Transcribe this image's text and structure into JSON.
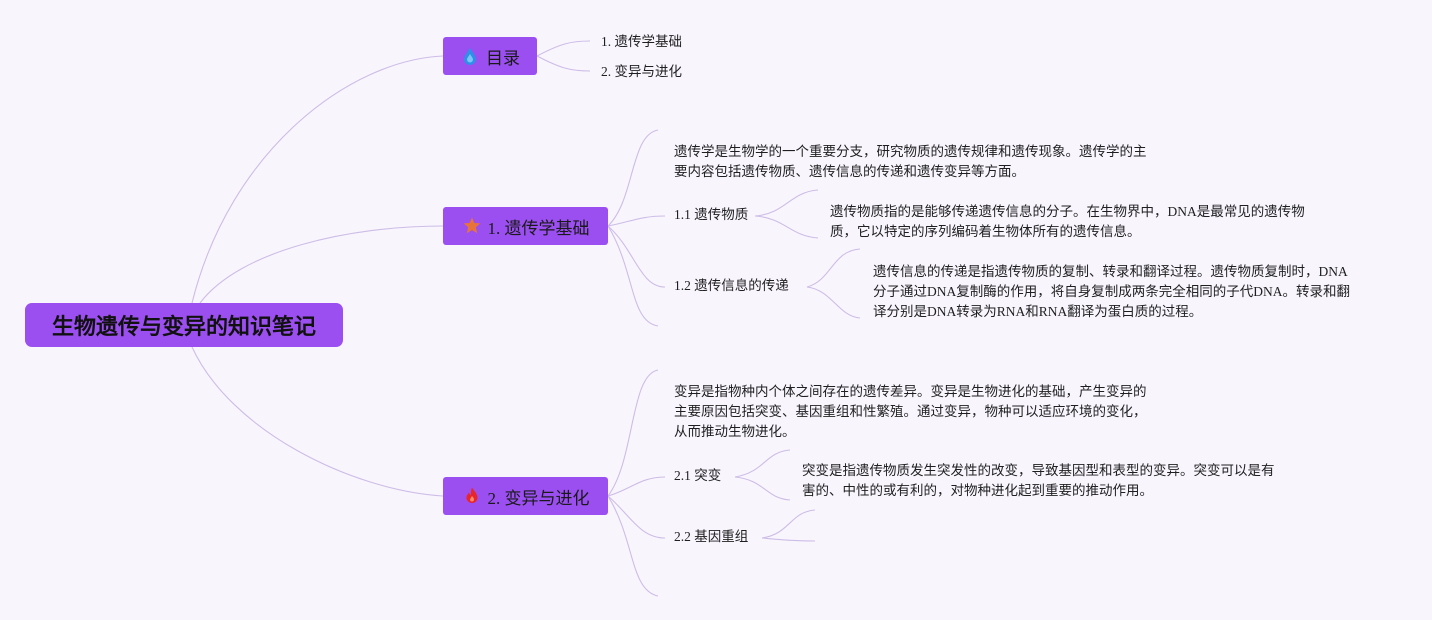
{
  "root": {
    "title": "生物遗传与变异的知识笔记"
  },
  "toc": {
    "label": "目录",
    "icon": "water-drop-icon",
    "items": [
      "1. 遗传学基础",
      "2. 变异与进化"
    ]
  },
  "genetics": {
    "label": "1. 遗传学基础",
    "icon": "star-icon",
    "intro": [
      "遗传学是生物学的一个重要分支，研究物质的遗传规律和遗传现象。遗传学的主",
      "要内容包括遗传物质、遗传信息的传递和遗传变异等方面。"
    ],
    "sub1": {
      "label": "1.1 遗传物质",
      "text": [
        "遗传物质指的是能够传递遗传信息的分子。在生物界中，DNA是最常见的遗传物",
        "质，它以特定的序列编码着生物体所有的遗传信息。"
      ]
    },
    "sub2": {
      "label": "1.2 遗传信息的传递",
      "text": [
        "遗传信息的传递是指遗传物质的复制、转录和翻译过程。遗传物质复制时，DNA",
        "分子通过DNA复制酶的作用，将自身复制成两条完全相同的子代DNA。转录和翻",
        "译分别是DNA转录为RNA和RNA翻译为蛋白质的过程。"
      ]
    }
  },
  "variation": {
    "label": "2. 变异与进化",
    "icon": "fire-icon",
    "intro": [
      "变异是指物种内个体之间存在的遗传差异。变异是生物进化的基础，产生变异的",
      "主要原因包括突变、基因重组和性繁殖。通过变异，物种可以适应环境的变化，",
      "从而推动生物进化。"
    ],
    "sub1": {
      "label": "2.1 突变",
      "text": [
        "突变是指遗传物质发生突发性的改变，导致基因型和表型的变异。突变可以是有",
        "害的、中性的或有利的，对物种进化起到重要的推动作用。"
      ]
    },
    "sub2": {
      "label": "2.2 基因重组"
    }
  },
  "colors": {
    "branch": "#9b4ff0",
    "line": "#cdbde6",
    "background": "#f8f5fd"
  }
}
